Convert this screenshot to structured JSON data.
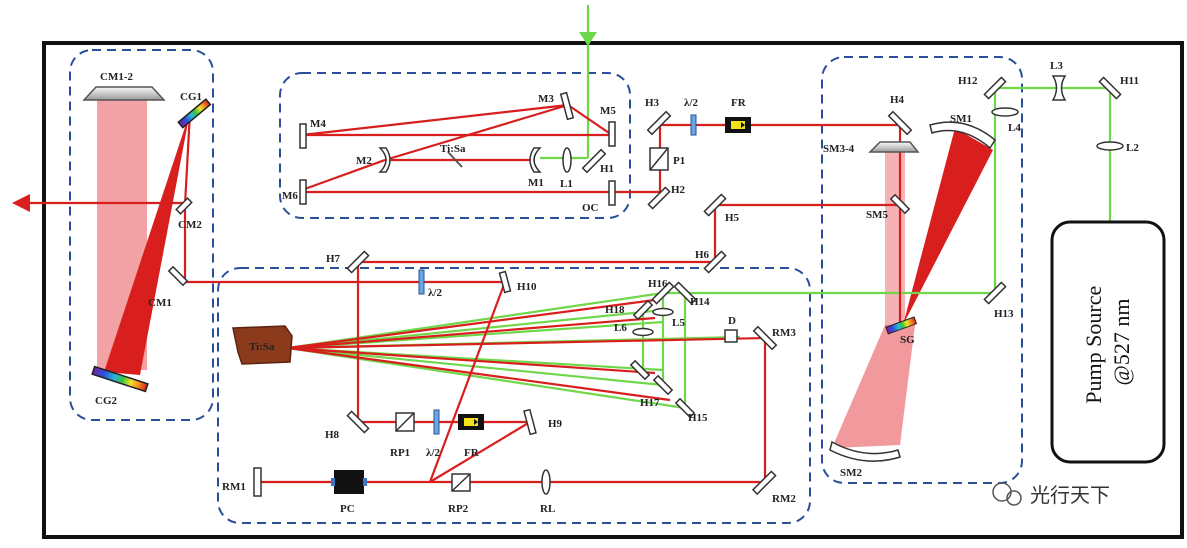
{
  "labels": {
    "cm12": "CM1-2",
    "cg1": "CG1",
    "cm2": "CM2",
    "cm1": "CM1",
    "cg2": "CG2",
    "m4": "M4",
    "m3": "M3",
    "m5": "M5",
    "m2": "M2",
    "tisa1": "Ti:Sa",
    "m1": "M1",
    "l1": "L1",
    "h1": "H1",
    "m6": "M6",
    "oc": "OC",
    "h3": "H3",
    "half1": "λ/2",
    "fr1": "FR",
    "p1": "P1",
    "h2": "H2",
    "h4": "H4",
    "sm34": "SM3-4",
    "sm1": "SM1",
    "sm5": "SM5",
    "h5": "H5",
    "h6": "H6",
    "h12": "H12",
    "l3": "L3",
    "h11": "H11",
    "l4": "L4",
    "l2": "L2",
    "h7": "H7",
    "half2": "λ/2",
    "h10": "H10",
    "h16": "H16",
    "h14": "H14",
    "h18": "H18",
    "l6": "L6",
    "l5": "L5",
    "d": "D",
    "rm3": "RM3",
    "tisa2": "Ti:Sa",
    "h17": "H17",
    "h15": "H15",
    "h13": "H13",
    "sg": "SG",
    "h8": "H8",
    "rp1": "RP1",
    "half3": "λ/2",
    "fr2": "FR",
    "h9": "H9",
    "rm1": "RM1",
    "pc": "PC",
    "rp2": "RP2",
    "rl": "RL",
    "rm2": "RM2",
    "sm2": "SM2"
  },
  "pump": {
    "line1": "Pump Source",
    "line2": "@527 nm"
  },
  "watermark": "光行天下",
  "colors": {
    "red_beam": "#d91e1e",
    "green_beam": "#6fd84a",
    "dashed_box": "#2a4f9a",
    "crystal": "#8b3a1c"
  }
}
